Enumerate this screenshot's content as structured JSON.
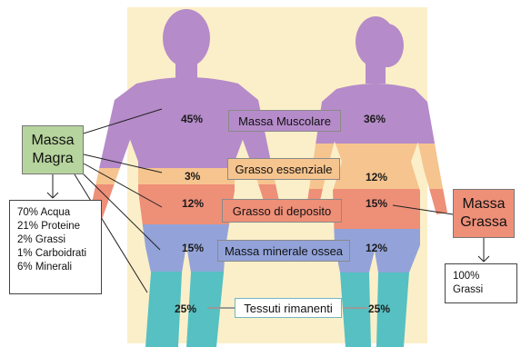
{
  "colors": {
    "background": "#fbefc9",
    "muscle": "#b58bc9",
    "essential_fat": "#f6c48e",
    "storage_fat": "#ee8f78",
    "bone": "#93a3d9",
    "remaining": "#56c0c2",
    "lean_box": "#b6d49d",
    "fat_box": "#ee8f78"
  },
  "center_labels": {
    "muscle": "Massa Muscolare",
    "essential_fat": "Grasso essenziale",
    "storage_fat": "Grasso di deposito",
    "bone": "Massa minerale ossea",
    "remaining": "Tessuti rimanenti"
  },
  "male": {
    "muscle": "45%",
    "essential_fat": "3%",
    "storage_fat": "12%",
    "bone": "15%",
    "remaining": "25%"
  },
  "female": {
    "muscle": "36%",
    "essential_fat": "12%",
    "storage_fat": "15%",
    "bone": "12%",
    "remaining": "25%"
  },
  "lean_mass": {
    "line1": "Massa",
    "line2": "Magra",
    "composition": [
      "70% Acqua",
      "21% Proteine",
      "2% Grassi",
      "1% Carboidrati",
      "6% Minerali"
    ]
  },
  "fat_mass": {
    "line1": "Massa",
    "line2": "Grassa",
    "composition": [
      "100% Grassi"
    ]
  }
}
